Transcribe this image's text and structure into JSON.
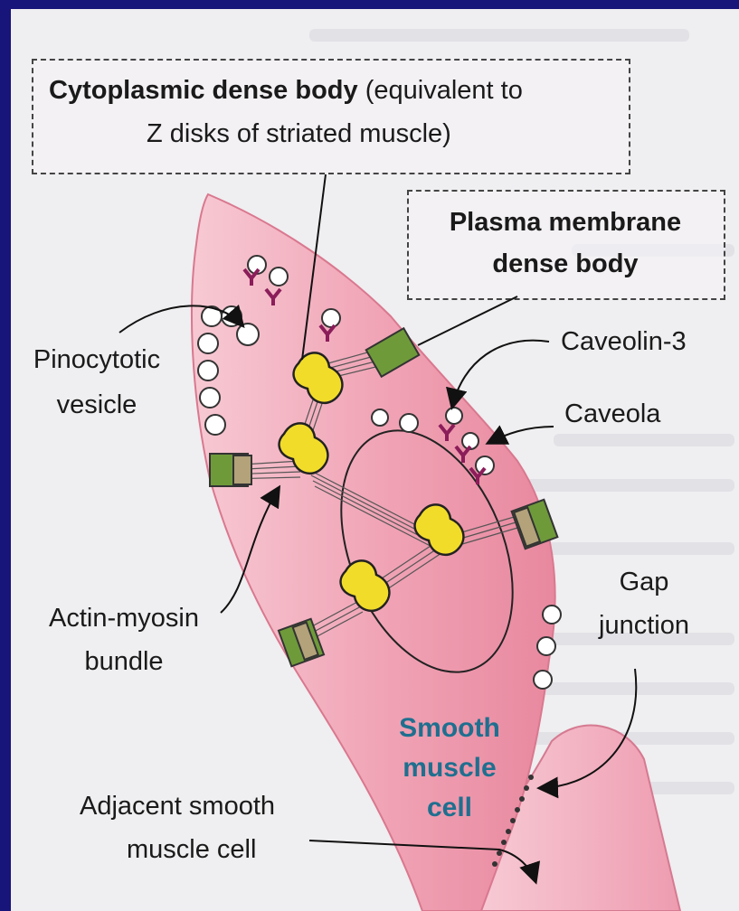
{
  "labels": {
    "dense_body_bold": "Cytoplasmic dense body",
    "dense_body_rest": "(equivalent to",
    "dense_body_line2": "Z disks of striated muscle)",
    "plasma_line1": "Plasma membrane",
    "plasma_line2": "dense body",
    "caveolin": "Caveolin-3",
    "caveola": "Caveola",
    "pinocytotic_1": "Pinocytotic",
    "pinocytotic_2": "vesicle",
    "gap_1": "Gap",
    "gap_2": "junction",
    "actin_1": "Actin-myosin",
    "actin_2": "bundle",
    "smooth_1": "Smooth",
    "smooth_2": "muscle",
    "smooth_3": "cell",
    "adjacent_1": "Adjacent smooth",
    "adjacent_2": "muscle cell"
  },
  "colors": {
    "frame": "#17147a",
    "cell_fill": "#f2a9b8",
    "cell_edge": "#d9788f",
    "dense_body": "#f2dc2a",
    "membrane_dense_body": "#6f9a3a",
    "caveolin_marker": "#8b1d5a",
    "label_accent": "#1f6f8f"
  }
}
